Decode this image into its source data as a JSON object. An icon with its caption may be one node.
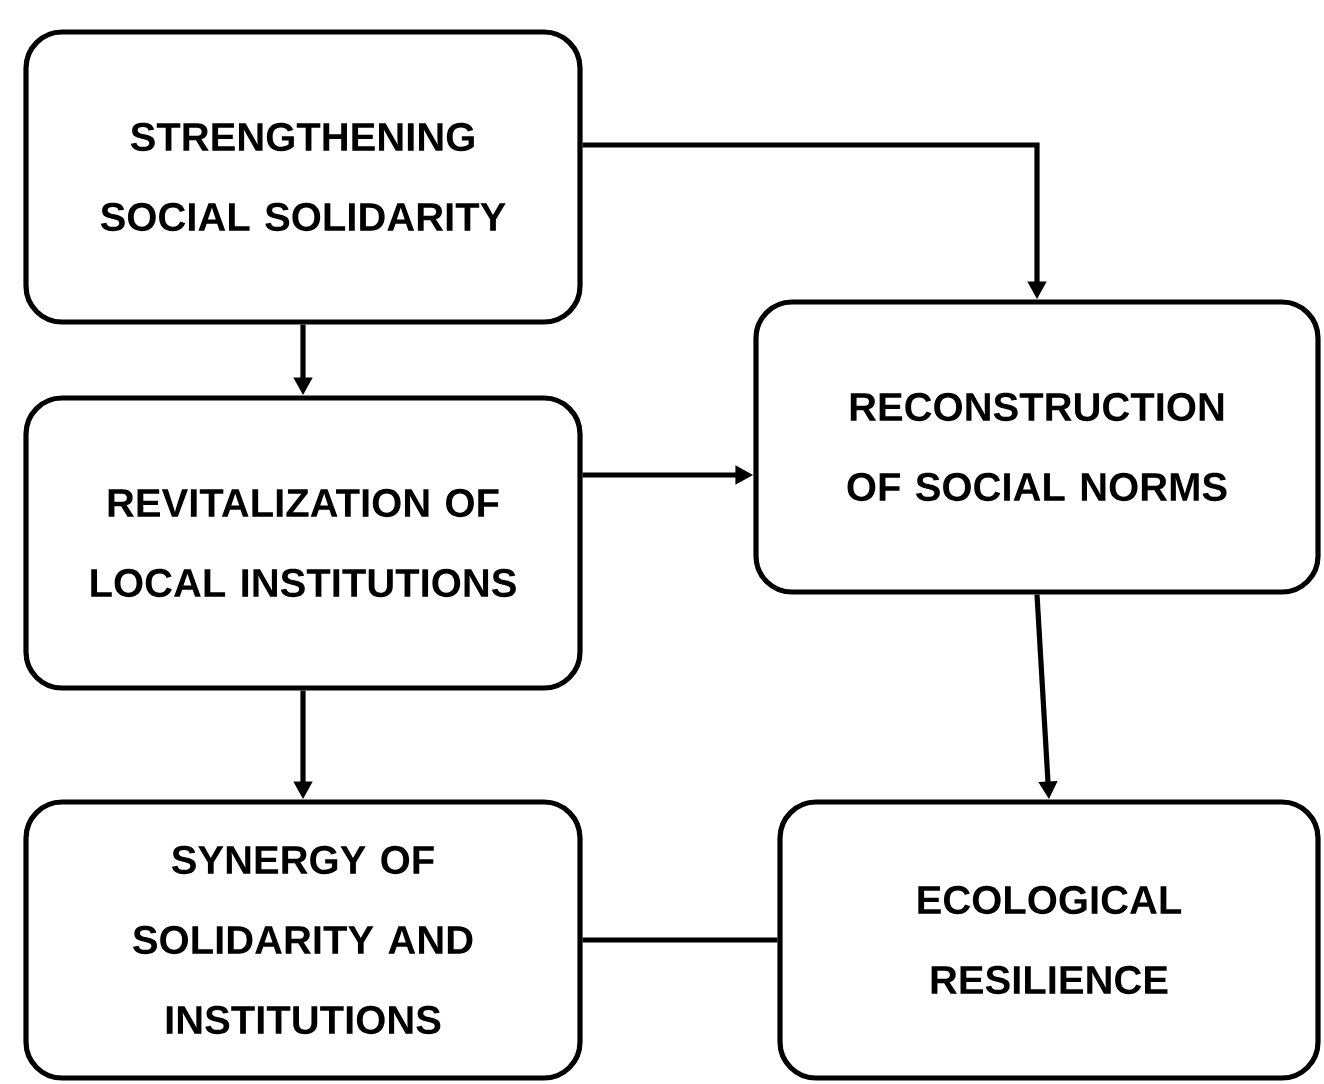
{
  "diagram": {
    "nodes": [
      {
        "text": [
          "STRENGTHENING SOCIAL SOLIDARITY"
        ]
      },
      {
        "text": [
          "RECONSTRUCTION OF SOCIAL NORMS"
        ]
      },
      {
        "text": [
          "REVITALIZATION OF LOCAL INSTITUTIONS"
        ]
      },
      {
        "text": [
          "SYNERGY OF SOLIDARITY AND INSTITUTIONS"
        ]
      },
      {
        "text": [
          "ECOLOGICAL RESILIENCE"
        ]
      }
    ],
    "edges": [
      {
        "from": 0,
        "to": 1,
        "arrow": "to"
      },
      {
        "from": 0,
        "to": 2,
        "arrow": "to"
      },
      {
        "from": 2,
        "to": 1,
        "arrow": "to"
      },
      {
        "from": 2,
        "to": 3,
        "arrow": "to"
      },
      {
        "from": 1,
        "to": 4,
        "arrow": "to"
      },
      {
        "from": 3,
        "to": 4,
        "arrow": "none"
      }
    ]
  }
}
